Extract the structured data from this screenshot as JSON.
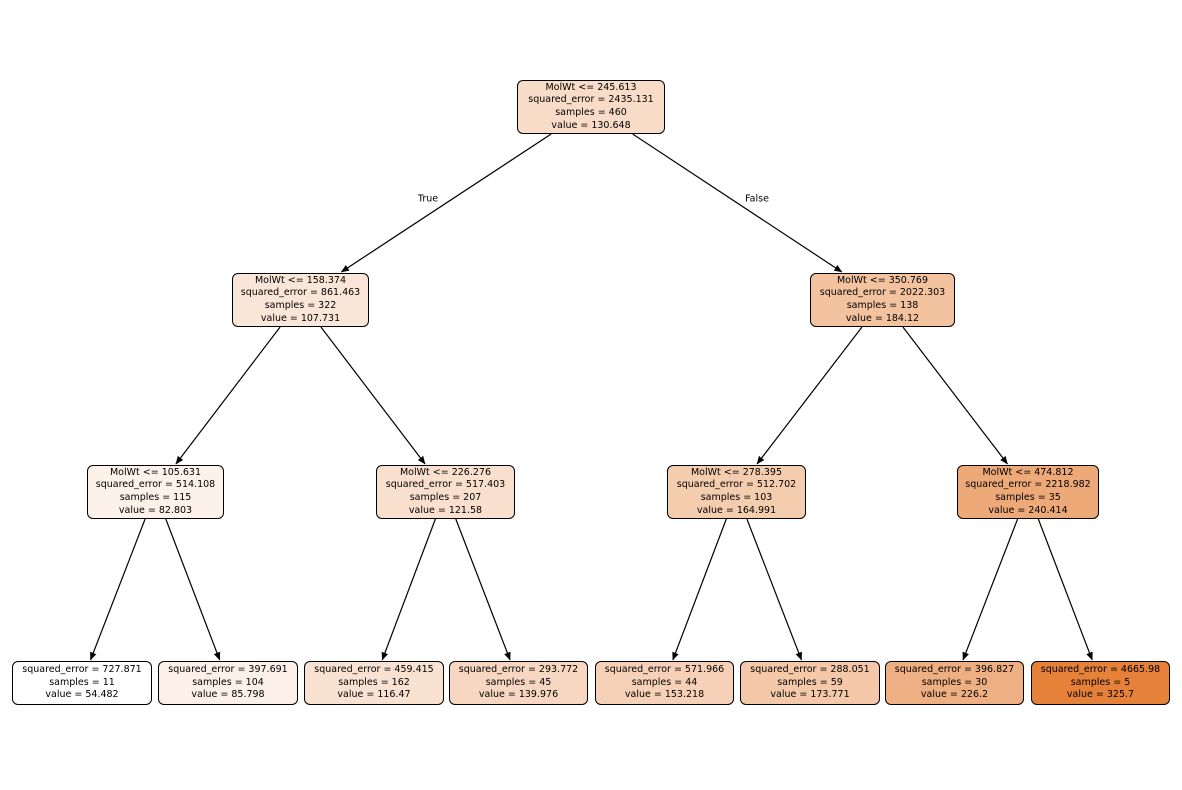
{
  "figure": {
    "background": "#ffffff",
    "edge_labels": {
      "true_label": "True",
      "false_label": "False"
    },
    "accent_color_max": "#e58139",
    "accent_color_min": "#ffffff"
  },
  "tree": {
    "feature": "MolWt",
    "criterion": "squared_error",
    "edges": [
      [
        "root",
        "l"
      ],
      [
        "root",
        "r"
      ],
      [
        "l",
        "ll"
      ],
      [
        "l",
        "lr"
      ],
      [
        "r",
        "rl"
      ],
      [
        "r",
        "rr"
      ],
      [
        "ll",
        "leaf1"
      ],
      [
        "ll",
        "leaf2"
      ],
      [
        "lr",
        "leaf3"
      ],
      [
        "lr",
        "leaf4"
      ],
      [
        "rl",
        "leaf5"
      ],
      [
        "rl",
        "leaf6"
      ],
      [
        "rr",
        "leaf7"
      ],
      [
        "rr",
        "leaf8"
      ]
    ]
  },
  "nodes": {
    "root": {
      "condition": "MolWt <= 245.613",
      "squared_error": "squared_error = 2435.131",
      "samples": "samples = 460",
      "value": "value = 130.648",
      "color": "#f8dcc7"
    },
    "l": {
      "condition": "MolWt <= 158.374",
      "squared_error": "squared_error = 861.463",
      "samples": "samples = 322",
      "value": "value = 107.731",
      "color": "#fae6d8"
    },
    "r": {
      "condition": "MolWt <= 350.769",
      "squared_error": "squared_error = 2022.303",
      "samples": "samples = 138",
      "value": "value = 184.12",
      "color": "#f3c3a0"
    },
    "ll": {
      "condition": "MolWt <= 105.631",
      "squared_error": "squared_error = 514.108",
      "samples": "samples = 115",
      "value": "value = 82.803",
      "color": "#fcf2ea"
    },
    "lr": {
      "condition": "MolWt <= 226.276",
      "squared_error": "squared_error = 517.403",
      "samples": "samples = 207",
      "value": "value = 121.58",
      "color": "#f9e0ce"
    },
    "rl": {
      "condition": "MolWt <= 278.395",
      "squared_error": "squared_error = 512.702",
      "samples": "samples = 103",
      "value": "value = 164.991",
      "color": "#f4ccae"
    },
    "rr": {
      "condition": "MolWt <= 474.812",
      "squared_error": "squared_error = 2218.982",
      "samples": "samples = 35",
      "value": "value = 240.414",
      "color": "#eda977"
    },
    "leaf1": {
      "squared_error": "squared_error = 727.871",
      "samples": "samples = 11",
      "value": "value = 54.482",
      "color": "#ffffff"
    },
    "leaf2": {
      "squared_error": "squared_error = 397.691",
      "samples": "samples = 104",
      "value": "value = 85.798",
      "color": "#fcf0e8"
    },
    "leaf3": {
      "squared_error": "squared_error = 459.415",
      "samples": "samples = 162",
      "value": "value = 116.47",
      "color": "#f9e2d2"
    },
    "leaf4": {
      "squared_error": "squared_error = 293.772",
      "samples": "samples = 45",
      "value": "value = 139.976",
      "color": "#f7d7c1"
    },
    "leaf5": {
      "squared_error": "squared_error = 571.966",
      "samples": "samples = 44",
      "value": "value = 153.218",
      "color": "#f6d1b7"
    },
    "leaf6": {
      "squared_error": "squared_error = 288.051",
      "samples": "samples = 59",
      "value": "value = 173.771",
      "color": "#f4c8a8"
    },
    "leaf7": {
      "squared_error": "squared_error = 396.827",
      "samples": "samples = 30",
      "value": "value = 226.2",
      "color": "#eeaf82"
    },
    "leaf8": {
      "squared_error": "squared_error = 4665.98",
      "samples": "samples = 5",
      "value": "value = 325.7",
      "color": "#e58139"
    }
  }
}
